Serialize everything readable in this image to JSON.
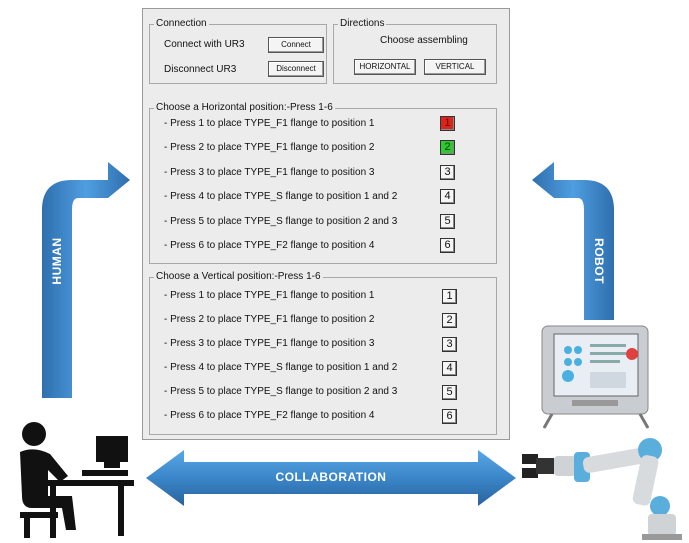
{
  "connection": {
    "title": "Connection",
    "connect_label": "Connect with UR3",
    "connect_button": "Connect",
    "disconnect_label": "Disconnect UR3",
    "disconnect_button": "Disconnect"
  },
  "directions": {
    "title": "Directions",
    "subtitle": "Choose assembling",
    "horizontal_button": "HORIZONTAL",
    "vertical_button": "VERTICAL"
  },
  "horizontal": {
    "title": "Choose a Horizontal position:-Press 1-6",
    "rows": [
      {
        "label": "- Press 1 to place TYPE_F1 flange to position 1",
        "number": "1"
      },
      {
        "label": "- Press 2 to place TYPE_F1 flange to position 2",
        "number": "2"
      },
      {
        "label": "- Press 3 to place TYPE_F1 flange to position 3",
        "number": "3"
      },
      {
        "label": "- Press 4 to place TYPE_S flange to position 1 and 2",
        "number": "4"
      },
      {
        "label": "- Press 5 to place TYPE_S flange to position 2 and 3",
        "number": "5"
      },
      {
        "label": "- Press 6 to place TYPE_F2 flange to position 4",
        "number": "6"
      }
    ],
    "active_colors": {
      "1": "#d9261c",
      "2": "#2fc82f"
    }
  },
  "vertical": {
    "title": "Choose a Vertical position:-Press 1-6",
    "rows": [
      {
        "label": "- Press 1 to place TYPE_F1 flange to position 1",
        "number": "1"
      },
      {
        "label": "- Press 2 to place TYPE_F1 flange to position 2",
        "number": "2"
      },
      {
        "label": "- Press 3 to place TYPE_F1 flange to position 3",
        "number": "3"
      },
      {
        "label": "- Press 4 to place TYPE_S flange to position 1 and 2",
        "number": "4"
      },
      {
        "label": "- Press 5 to place TYPE_S flange to position 2 and 3",
        "number": "5"
      },
      {
        "label": "- Press 6 to place TYPE_F2 flange to position 4",
        "number": "6"
      }
    ]
  },
  "diagram": {
    "human_label": "HUMAN",
    "robot_label": "ROBOT",
    "collaboration_label": "COLLABORATION",
    "arrow_color": "#3a86c8",
    "human_icon": "person-at-computer-icon",
    "robot_icon": "robot-arm-icon",
    "controller_icon": "robot-controller-icon"
  }
}
